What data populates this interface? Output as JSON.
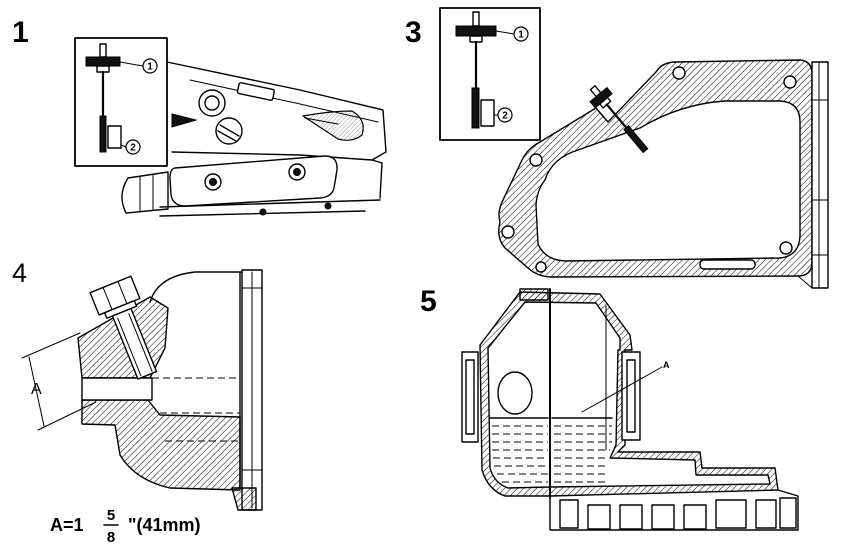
{
  "panel_1": {
    "label": "1",
    "callouts": [
      "1",
      "2"
    ]
  },
  "panel_3": {
    "label": "3",
    "callouts": [
      "1",
      "2"
    ]
  },
  "panel_4": {
    "label": "4",
    "dimension_label": "A",
    "formula": {
      "prefix": "A=1",
      "numerator": "5",
      "denominator": "8",
      "suffix": "\"(41mm)"
    }
  },
  "panel_5": {
    "label": "5",
    "oil_level_label": "A"
  }
}
